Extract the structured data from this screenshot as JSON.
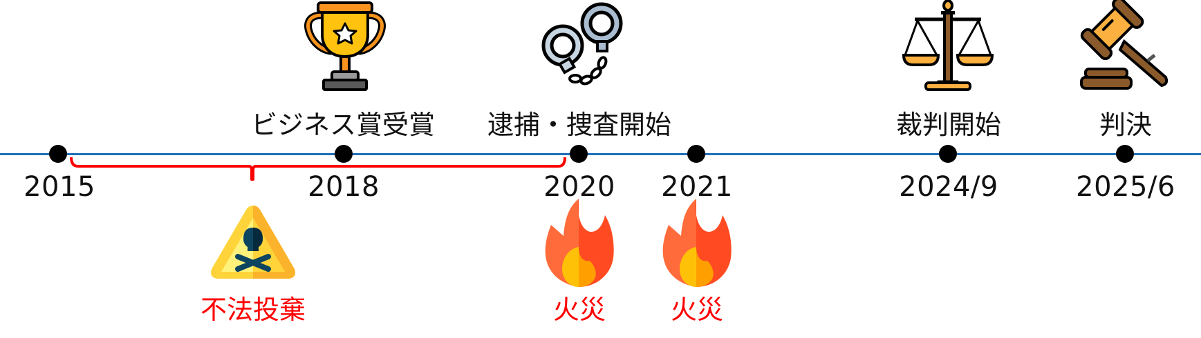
{
  "timeline": {
    "axis_color": "#1f6fb8",
    "dot_color": "#000000",
    "points": [
      {
        "year": "2015",
        "event": ""
      },
      {
        "year": "2018",
        "event": "ビジネス賞受賞",
        "icon": "trophy-icon"
      },
      {
        "year": "2020",
        "event": "逮捕・捜査開始",
        "icon": "handcuffs-icon",
        "below": "火災",
        "below_icon": "fire-icon"
      },
      {
        "year": "2021",
        "event": "",
        "below": "火災",
        "below_icon": "fire-icon"
      },
      {
        "year": "2024/9",
        "event": "裁判開始",
        "icon": "scales-of-justice-icon"
      },
      {
        "year": "2025/6",
        "event": "判決",
        "icon": "gavel-icon"
      }
    ],
    "bracket": {
      "from": "2015",
      "to": "2020",
      "label": "不法投棄",
      "icon": "hazard-warning-icon",
      "color": "#ff0000"
    }
  }
}
